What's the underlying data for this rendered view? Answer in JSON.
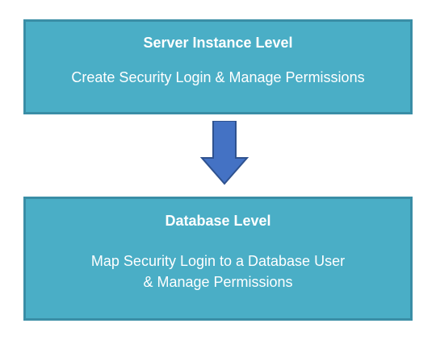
{
  "diagram": {
    "top_box": {
      "title": "Server Instance Level",
      "line1": "Create Security Login & Manage Permissions"
    },
    "bottom_box": {
      "title": "Database Level",
      "line1": "Map Security Login to a Database User",
      "line2": "& Manage Permissions"
    },
    "colors": {
      "box_fill": "#4aaec6",
      "box_border": "#3a8ea6",
      "arrow_fill": "#4472c4",
      "arrow_stroke": "#2f528f",
      "text": "#ffffff"
    }
  }
}
